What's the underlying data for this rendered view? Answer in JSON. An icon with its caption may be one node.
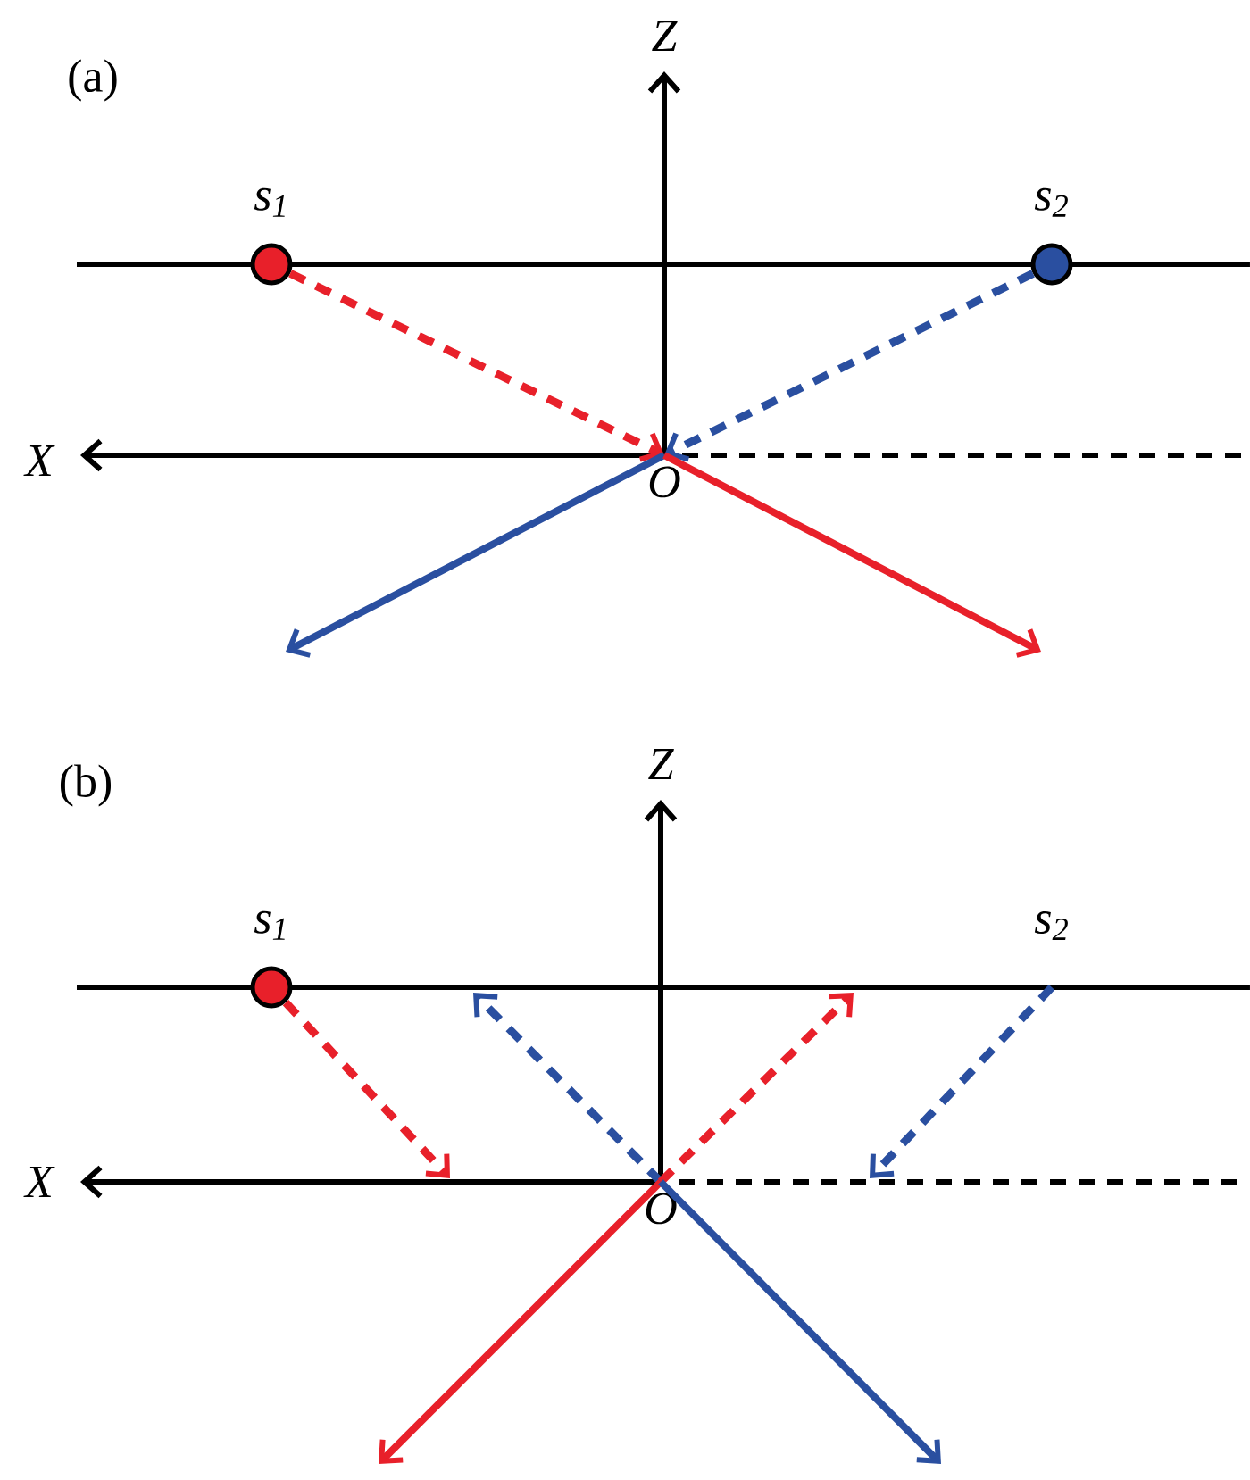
{
  "diagram": {
    "nodes": [
      {
        "text": [
          "s$_{1}$"
        ]
      },
      {
        "text": [
          "s$_{2}$"
        ]
      },
      {
        "text": [
          "O"
        ]
      },
      {
        "text": [
          "s$_{1}$"
        ]
      },
      {
        "text": [
          "s$_{2}$"
        ]
      },
      {
        "text": [
          "O"
        ]
      }
    ],
    "edges": [
      {
        "from": 0,
        "to": 2,
        "arrow": "to",
        "style": "dashed",
        "color": "#e8202a"
      },
      {
        "from": 1,
        "to": 2,
        "arrow": "to",
        "style": "dashed",
        "color": "#2a4fa0"
      },
      {
        "from": 2,
        "to": null,
        "arrow": "to",
        "color": "#2a4fa0"
      },
      {
        "from": 2,
        "to": null,
        "arrow": "to",
        "color": "#e8202a"
      },
      {
        "from": 3,
        "to": null,
        "arrow": "to",
        "style": "dashed",
        "color": "#e8202a"
      },
      {
        "from": 5,
        "to": null,
        "arrow": "to",
        "style": "dashed",
        "color": "#2a4fa0"
      },
      {
        "from": 5,
        "to": null,
        "arrow": "to",
        "style": "dashed",
        "color": "#e8202a"
      },
      {
        "from": 4,
        "to": null,
        "arrow": "to",
        "style": "dashed",
        "color": "#2a4fa0"
      },
      {
        "from": 5,
        "to": null,
        "arrow": "to",
        "color": "#e8202a"
      },
      {
        "from": 5,
        "to": null,
        "arrow": "to",
        "color": "#2a4fa0"
      }
    ],
    "labels": [
      "(a)",
      "Z",
      "X",
      "(b)",
      "Z",
      "X"
    ]
  }
}
